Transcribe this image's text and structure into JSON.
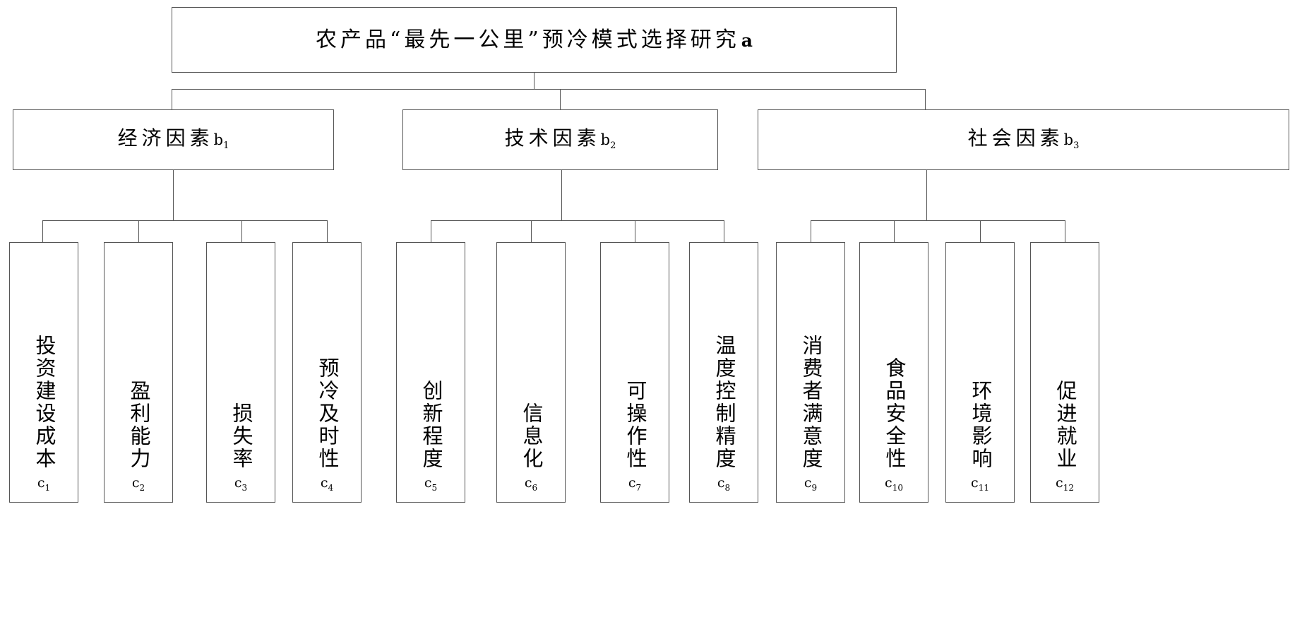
{
  "diagram": {
    "type": "hierarchy-tree",
    "levels": 3,
    "root": {
      "label": "农产品“最先一公里”预冷模式选择研究",
      "code": "a"
    },
    "criteria": [
      {
        "label": "经济因素",
        "code": "b",
        "index": "1"
      },
      {
        "label": "技术因素",
        "code": "b",
        "index": "2"
      },
      {
        "label": "社会因素",
        "code": "b",
        "index": "3"
      }
    ],
    "indicators": [
      {
        "label": "投资建设成本",
        "code": "c",
        "index": "1",
        "group": 0
      },
      {
        "label": "盈利能力",
        "code": "c",
        "index": "2",
        "group": 0
      },
      {
        "label": "损失率",
        "code": "c",
        "index": "3",
        "group": 0
      },
      {
        "label": "预冷及时性",
        "code": "c",
        "index": "4",
        "group": 0
      },
      {
        "label": "创新程度",
        "code": "c",
        "index": "5",
        "group": 1
      },
      {
        "label": "信息化",
        "code": "c",
        "index": "6",
        "group": 1
      },
      {
        "label": "可操作性",
        "code": "c",
        "index": "7",
        "group": 1
      },
      {
        "label": "温度控制精度",
        "code": "c",
        "index": "8",
        "group": 1
      },
      {
        "label": "消费者满意度",
        "code": "c",
        "index": "9",
        "group": 2
      },
      {
        "label": "食品安全性",
        "code": "c",
        "index": "10",
        "group": 2
      },
      {
        "label": "环境影响",
        "code": "c",
        "index": "11",
        "group": 2
      },
      {
        "label": "促进就业",
        "code": "c",
        "index": "12",
        "group": 2
      }
    ],
    "colors": {
      "border": "#555555",
      "text": "#000000",
      "background": "#ffffff"
    }
  }
}
